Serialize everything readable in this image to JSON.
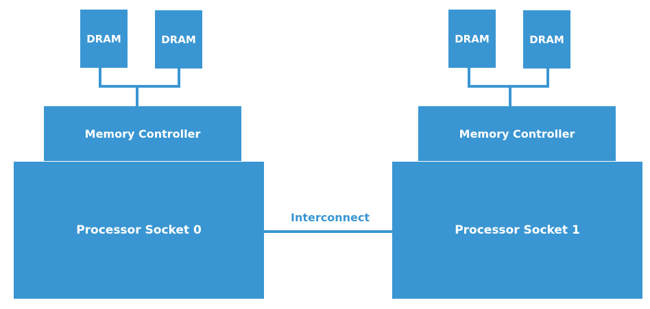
{
  "colors": {
    "block": "#3a96d2",
    "text_on_block": "#ffffff",
    "label": "#3a96d2",
    "background": "#ffffff"
  },
  "left_node": {
    "dram_1": "DRAM",
    "dram_2": "DRAM",
    "memory_controller": "Memory Controller",
    "socket": "Processor Socket 0"
  },
  "right_node": {
    "dram_1": "DRAM",
    "dram_2": "DRAM",
    "memory_controller": "Memory Controller",
    "socket": "Processor Socket 1"
  },
  "interconnect_label": "Interconnect"
}
